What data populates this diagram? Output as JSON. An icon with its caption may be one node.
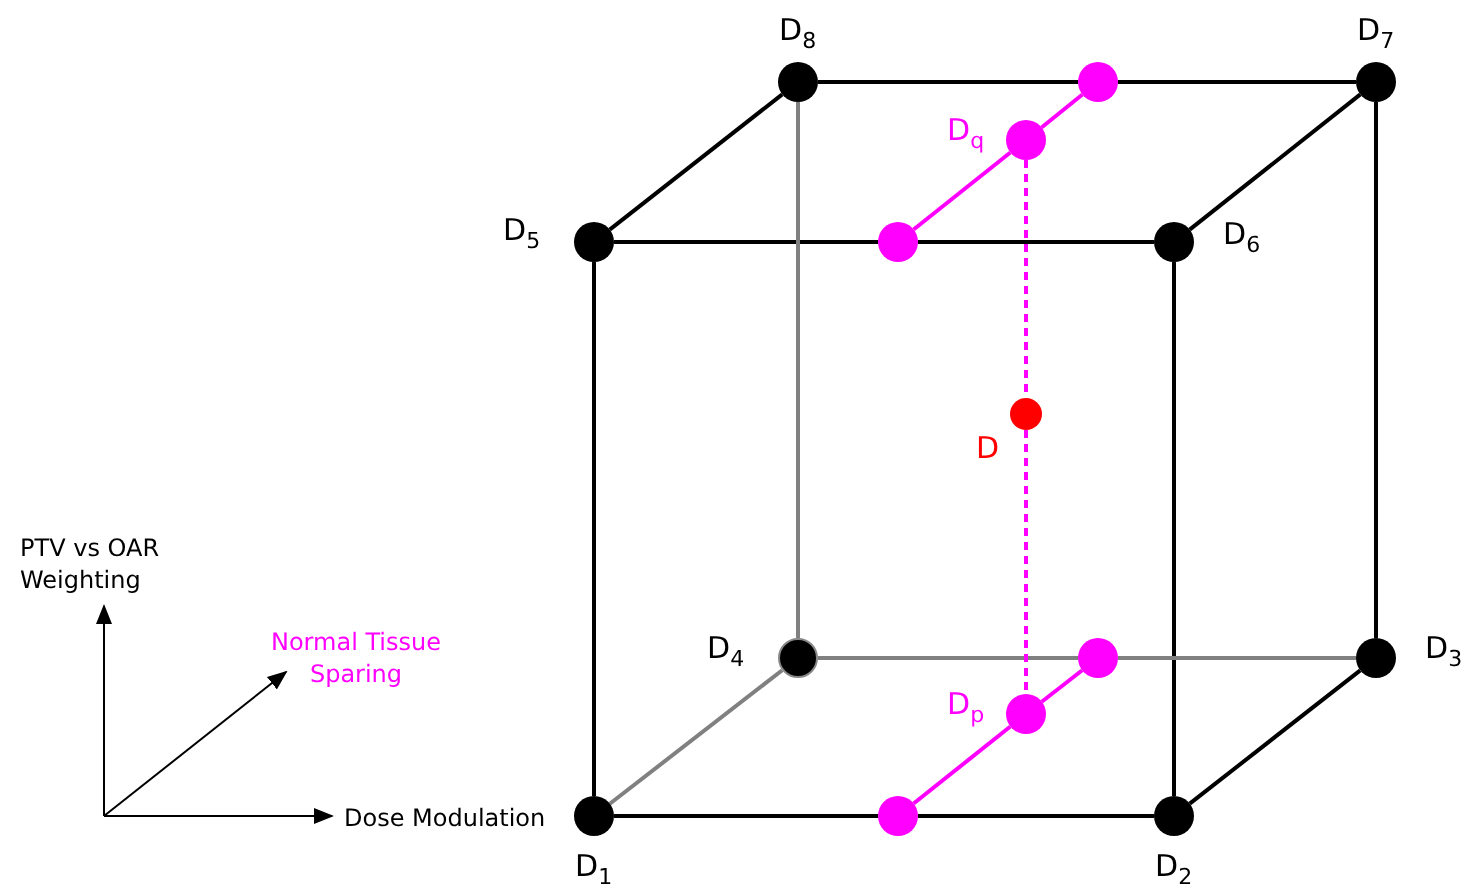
{
  "diagram": {
    "nodes": [
      {
        "text": [
          "D$_{1}$"
        ]
      },
      {
        "text": [
          "D$_{2}$"
        ]
      },
      {
        "text": [
          "D$_{3}$"
        ]
      },
      {
        "text": [
          "D$_{4}$"
        ]
      },
      {
        "text": [
          "D$_{5}$"
        ]
      },
      {
        "text": [
          "D$_{6}$"
        ]
      },
      {
        "text": [
          "D$_{7}$"
        ]
      },
      {
        "text": [
          "D$_{8}$"
        ]
      },
      {
        "text": [],
        "shape": "circle"
      },
      {
        "text": [
          "D$_{q}$"
        ]
      },
      {
        "text": [],
        "shape": "circle"
      },
      {
        "text": [
          "D"
        ]
      },
      {
        "text": [],
        "shape": "circle"
      },
      {
        "text": [
          "D$_{p}$"
        ]
      },
      {
        "text": [],
        "shape": "circle"
      }
    ],
    "edges": [
      {
        "from": 0,
        "to": 12,
        "arrow": "none"
      },
      {
        "from": 12,
        "to": 1,
        "arrow": "none"
      },
      {
        "from": 1,
        "to": 2,
        "arrow": "none"
      },
      {
        "from": 0,
        "to": 4,
        "arrow": "none"
      },
      {
        "from": 1,
        "to": 5,
        "arrow": "none"
      },
      {
        "from": 2,
        "to": 6,
        "arrow": "none"
      },
      {
        "from": 4,
        "to": 8,
        "arrow": "none"
      },
      {
        "from": 8,
        "to": 5,
        "arrow": "none"
      },
      {
        "from": 5,
        "to": 6,
        "arrow": "none"
      },
      {
        "from": 4,
        "to": 7,
        "arrow": "none"
      },
      {
        "from": 7,
        "to": 10,
        "arrow": "none"
      },
      {
        "from": 10,
        "to": 6,
        "arrow": "none"
      },
      {
        "from": 3,
        "to": 7,
        "arrow": "none",
        "color": "#808080"
      },
      {
        "from": 3,
        "to": 14,
        "arrow": "none",
        "color": "#808080"
      },
      {
        "from": 14,
        "to": 2,
        "arrow": "none",
        "color": "#808080"
      },
      {
        "from": 0,
        "to": 3,
        "arrow": "none",
        "color": "#808080"
      },
      {
        "from": 8,
        "to": 9,
        "arrow": "none",
        "color": "#ff00ff"
      },
      {
        "from": 9,
        "to": 10,
        "arrow": "none",
        "color": "#ff00ff"
      },
      {
        "from": 9,
        "to": 11,
        "arrow": "none",
        "style": "dashed",
        "color": "#ff00ff"
      },
      {
        "from": 11,
        "to": 13,
        "arrow": "none",
        "style": "dashed",
        "color": "#ff00ff"
      },
      {
        "from": 12,
        "to": 13,
        "arrow": "none",
        "color": "#ff00ff"
      },
      {
        "from": 13,
        "to": 14,
        "arrow": "none",
        "color": "#ff00ff"
      }
    ],
    "labels": [
      "PTV vs OAR Weighting",
      "Normal Tissue Sparing",
      "Dose Modulation"
    ]
  }
}
